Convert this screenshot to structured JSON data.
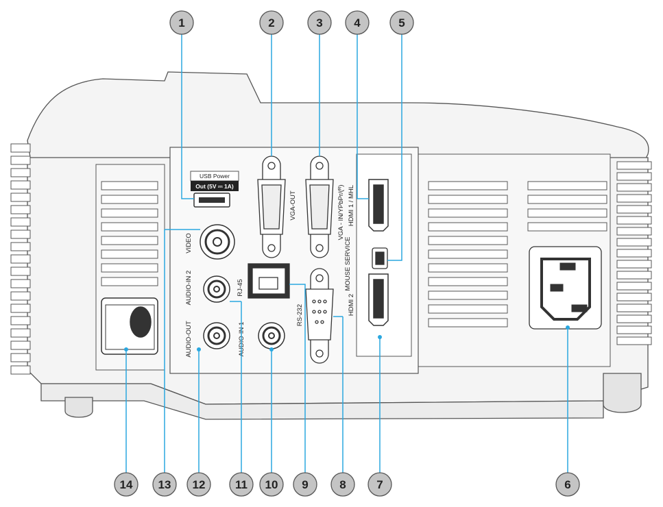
{
  "colors": {
    "leader": "#2aa7df",
    "callout_fill": "#c4c4c4",
    "body_fill": "#f4f4f4",
    "outline": "#555555"
  },
  "usb": {
    "title": "USB Power",
    "spec": "Out (5V ⎓ 1A)"
  },
  "port_labels": {
    "vga_out": "VGA-OUT",
    "vga_in": "VGA - IN/YPbPr/(ᴿ)",
    "hdmi1": "HDMI 1 / MHL",
    "mouse_service": "MOUSE SERVICE",
    "hdmi2": "HDMI 2",
    "rs232": "RS-232",
    "rj45": "RJ-45",
    "video": "VIDEO",
    "audio_in2": "AUDIO-IN 2",
    "audio_in1": "AUDIO-IN 1",
    "audio_out": "AUDIO-OUT"
  },
  "callouts": [
    {
      "number": "1",
      "name": "usb-power-out"
    },
    {
      "number": "2",
      "name": "vga-out"
    },
    {
      "number": "3",
      "name": "vga-in-ypbpr"
    },
    {
      "number": "4",
      "name": "hdmi1-mhl"
    },
    {
      "number": "5",
      "name": "mouse-service"
    },
    {
      "number": "6",
      "name": "power-socket"
    },
    {
      "number": "7",
      "name": "hdmi2"
    },
    {
      "number": "8",
      "name": "rs232"
    },
    {
      "number": "9",
      "name": "rj45"
    },
    {
      "number": "10",
      "name": "audio-in1"
    },
    {
      "number": "11",
      "name": "audio-in2"
    },
    {
      "number": "12",
      "name": "audio-out"
    },
    {
      "number": "13",
      "name": "video"
    },
    {
      "number": "14",
      "name": "kensington-lock"
    }
  ]
}
